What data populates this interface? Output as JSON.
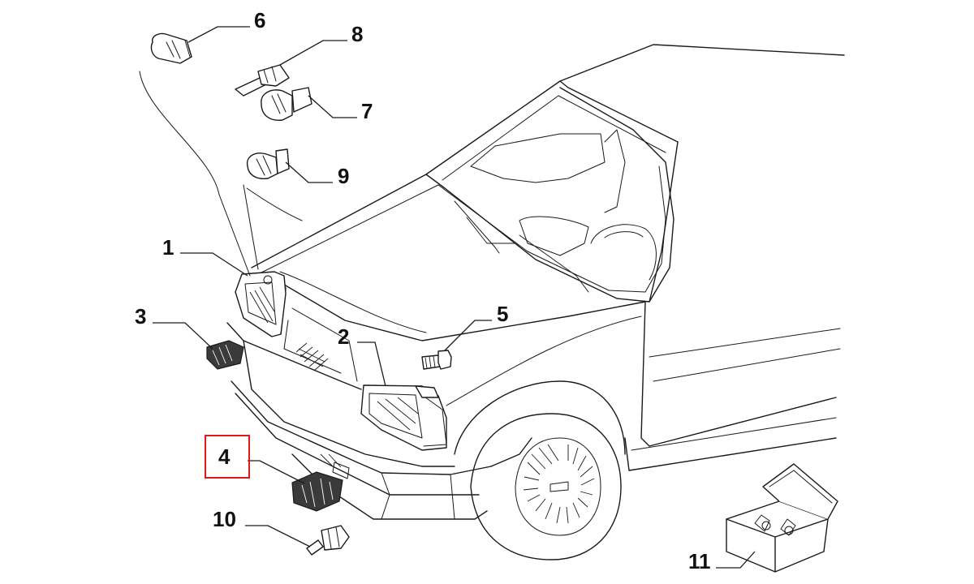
{
  "diagram": {
    "callouts": [
      {
        "id": "1",
        "label": "1"
      },
      {
        "id": "2",
        "label": "2"
      },
      {
        "id": "3",
        "label": "3"
      },
      {
        "id": "4",
        "label": "4"
      },
      {
        "id": "5",
        "label": "5"
      },
      {
        "id": "6",
        "label": "6"
      },
      {
        "id": "7",
        "label": "7"
      },
      {
        "id": "8",
        "label": "8"
      },
      {
        "id": "9",
        "label": "9"
      },
      {
        "id": "10",
        "label": "10"
      },
      {
        "id": "11",
        "label": "11"
      }
    ],
    "highlighted_callout": "4",
    "highlight_color": "#e11919",
    "line_color": "#1a1a1a"
  }
}
